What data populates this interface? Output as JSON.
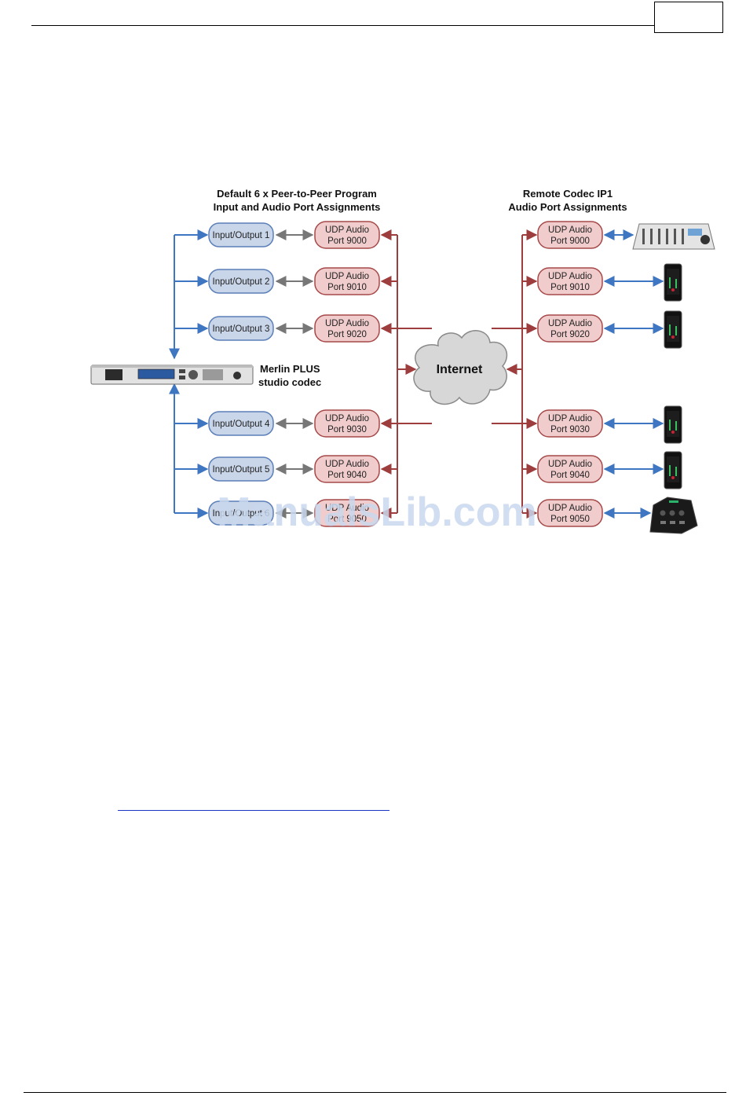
{
  "diagram": {
    "title_left": [
      "Default 6 x Peer-to-Peer Program",
      "Input and Audio Port Assignments"
    ],
    "title_right": [
      "Remote Codec IP1",
      "Audio Port Assignments"
    ],
    "codec_label": [
      "Merlin PLUS",
      "studio codec"
    ],
    "internet_label": "Internet",
    "inputs": [
      "Input/Output 1",
      "Input/Output 2",
      "Input/Output 3",
      "Input/Output 4",
      "Input/Output 5",
      "Input/Output 6"
    ],
    "udp_line1": "UDP Audio",
    "local_ports": [
      "Port 9000",
      "Port 9010",
      "Port 9020",
      "Port 9030",
      "Port 9040",
      "Port 9050"
    ],
    "remote_ports": [
      "Port 9000",
      "Port 9010",
      "Port 9020",
      "Port 9030",
      "Port 9040",
      "Port 9050"
    ],
    "remote_devices": [
      "mixer-device",
      "smartphone-device",
      "smartphone-device",
      "smartphone-device",
      "smartphone-device",
      "audio-interface-device"
    ]
  },
  "watermark": "ManualsLib.com",
  "colors": {
    "blue_line": "#3f76c2",
    "red_line": "#9e3d3d",
    "gray_line": "#777777",
    "io_fill": "#c9d6ea",
    "io_stroke": "#5b7fb8",
    "udp_fill": "#f1cccc",
    "udp_stroke": "#a64848",
    "cloud_fill": "#d7d7d7"
  }
}
